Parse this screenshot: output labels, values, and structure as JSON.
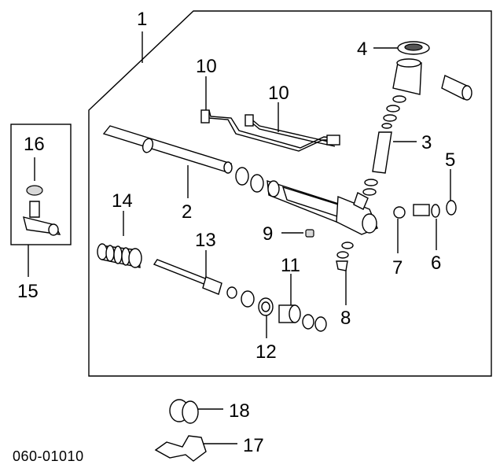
{
  "diagram": {
    "code": "060-01010",
    "callouts": {
      "c1": "1",
      "c2": "2",
      "c3": "3",
      "c4": "4",
      "c5": "5",
      "c6": "6",
      "c7": "7",
      "c8": "8",
      "c9": "9",
      "c10a": "10",
      "c10b": "10",
      "c11": "11",
      "c12": "12",
      "c13": "13",
      "c14": "14",
      "c15": "15",
      "c16": "16",
      "c17": "17",
      "c18": "18"
    }
  }
}
